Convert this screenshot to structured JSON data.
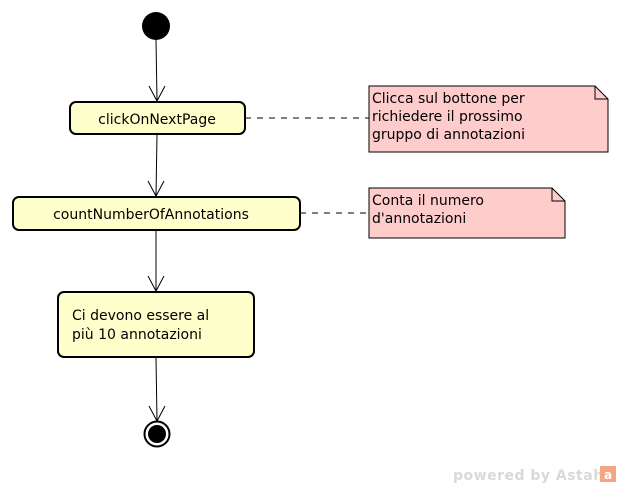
{
  "diagram": {
    "actions": [
      {
        "id": "a1",
        "label": "clickOnNextPage"
      },
      {
        "id": "a2",
        "label": "countNumberOfAnnotations"
      },
      {
        "id": "a3",
        "lines": [
          "Ci devono essere al",
          "più 10 annotazioni"
        ]
      }
    ],
    "notes": [
      {
        "id": "n1",
        "lines": [
          "Clicca sul bottone per",
          "richiedere il prossimo",
          "gruppo di annotazioni"
        ]
      },
      {
        "id": "n2",
        "lines": [
          "Conta il numero",
          "d'annotazioni"
        ]
      }
    ]
  },
  "watermark": {
    "text": "powered by Astah",
    "logo_letter": "a"
  },
  "colors": {
    "action_fill": "#ffffcc",
    "note_fill": "#ffcccc",
    "stroke": "#000000",
    "watermark": "#d9d9d9",
    "logo": "#f4a582"
  }
}
